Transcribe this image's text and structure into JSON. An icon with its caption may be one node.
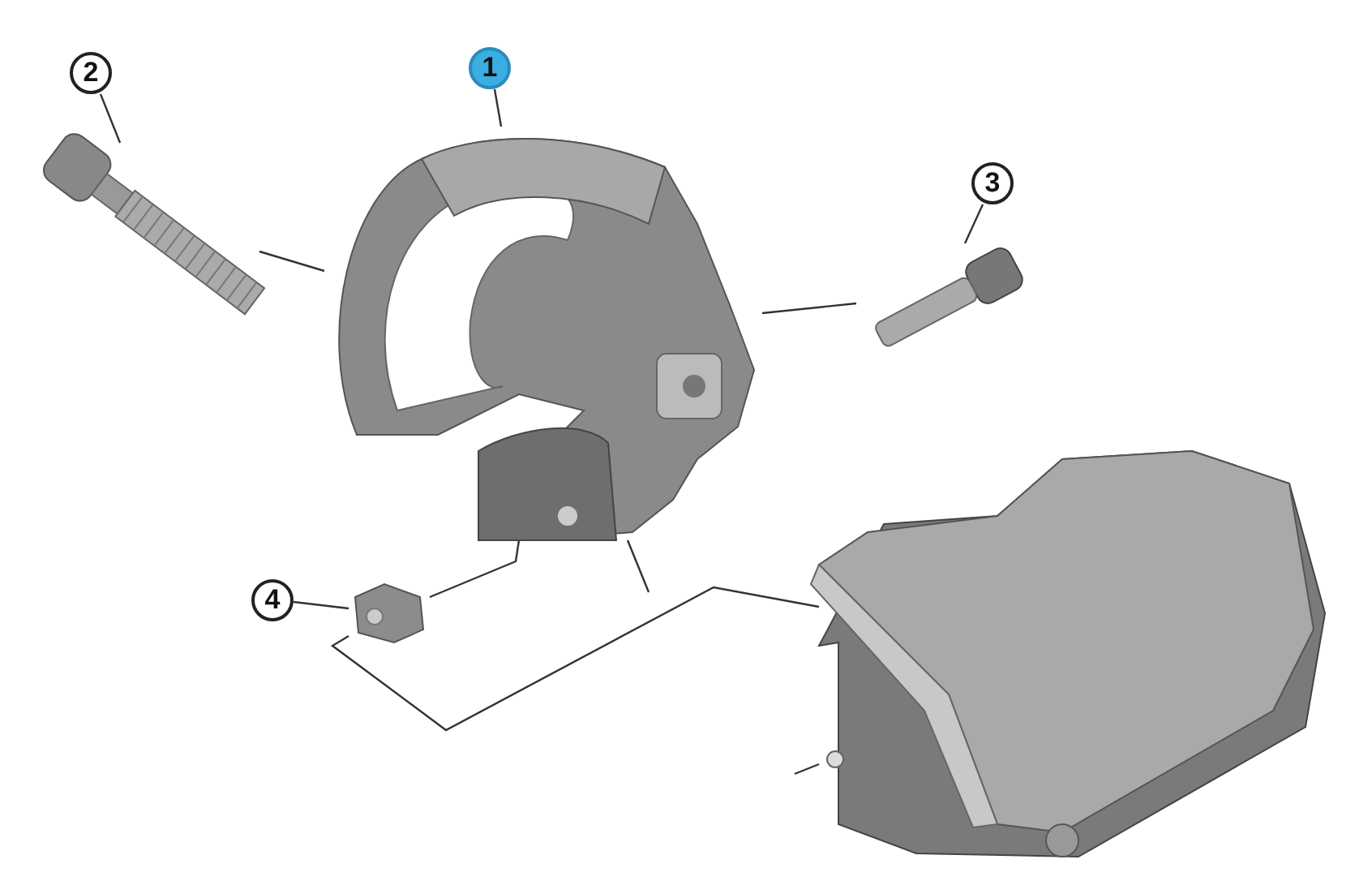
{
  "diagram": {
    "nodes": [
      {
        "text": [
          "1"
        ]
      },
      {
        "text": [],
        "shape": "picture"
      },
      {
        "text": [
          "2"
        ]
      },
      {
        "text": [],
        "shape": "picture"
      },
      {
        "text": [
          "3"
        ]
      },
      {
        "text": [],
        "shape": "picture"
      },
      {
        "text": [
          "4"
        ]
      },
      {
        "text": [],
        "shape": "picture"
      },
      {
        "text": [],
        "shape": "picture"
      }
    ],
    "edges": [
      {
        "from": 0,
        "to": 1,
        "arrow": "none"
      },
      {
        "from": 2,
        "to": 3,
        "arrow": "none"
      },
      {
        "from": 4,
        "to": 5,
        "arrow": "none"
      },
      {
        "from": 6,
        "to": 7,
        "arrow": "none"
      },
      {
        "from": 3,
        "to": 1,
        "arrow": "none"
      },
      {
        "from": 5,
        "to": 1,
        "arrow": "none"
      },
      {
        "from": 7,
        "to": 1,
        "arrow": "none"
      },
      {
        "from": 7,
        "to": 8,
        "arrow": "none"
      },
      {
        "from": 1,
        "to": null,
        "arrow": "none"
      },
      {
        "from": 8,
        "to": null,
        "arrow": "none"
      }
    ]
  }
}
